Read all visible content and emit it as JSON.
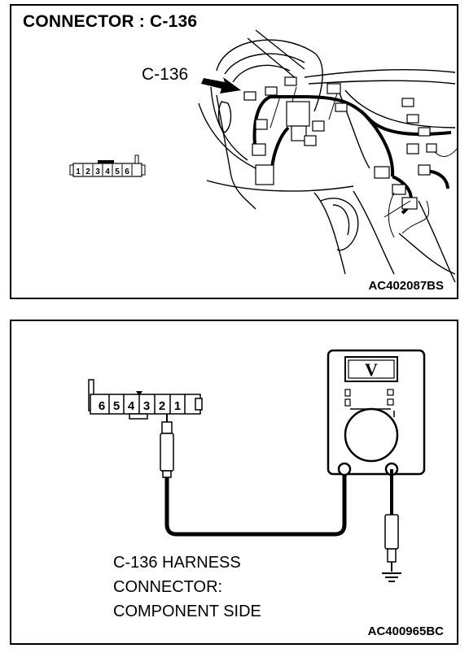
{
  "top_panel": {
    "title": "CONNECTOR : C-136",
    "callout_label": "C-136",
    "figure_code": "AC402087BS",
    "small_connector_pins": [
      "1",
      "2",
      "3",
      "4",
      "5",
      "6"
    ]
  },
  "bottom_panel": {
    "connector_pins": [
      "6",
      "5",
      "4",
      "3",
      "2",
      "1"
    ],
    "meter_symbol": "V",
    "harness_lines": [
      "C-136 HARNESS",
      "CONNECTOR:",
      "COMPONENT SIDE"
    ],
    "figure_code": "AC400965BC"
  }
}
